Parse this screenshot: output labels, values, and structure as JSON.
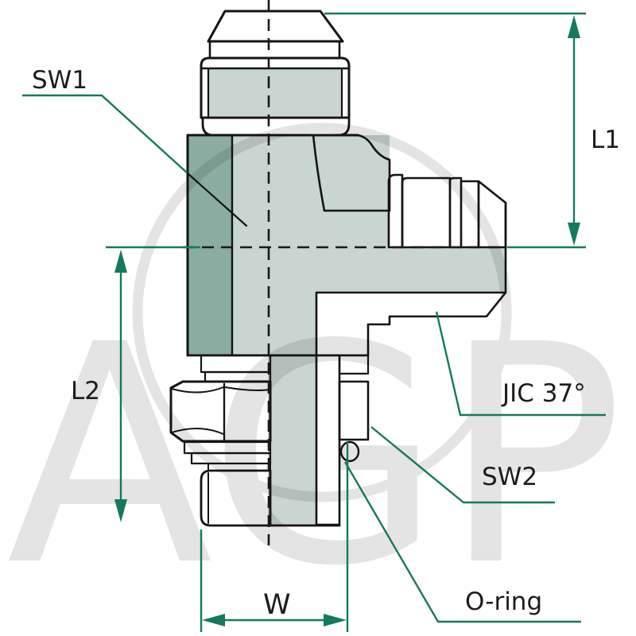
{
  "title": "Technical drawing of hydraulic banjo/elbow adapter fitting",
  "watermark": {
    "text": "AGP",
    "color": "#c9c9c9"
  },
  "labels": {
    "sw1": "SW1",
    "l1": "L1",
    "l2": "L2",
    "jic": "JIC 37°",
    "sw2": "SW2",
    "oring": "O-ring",
    "w": "W"
  },
  "colors": {
    "background": "#ffffff",
    "part_light": "#c8d5d0",
    "part_dark": "#8aaca1",
    "outline": "#141414",
    "dimension_green": "#15795f",
    "label_text": "#1c1c1c",
    "watermark_gray": "#c9c9c9"
  }
}
